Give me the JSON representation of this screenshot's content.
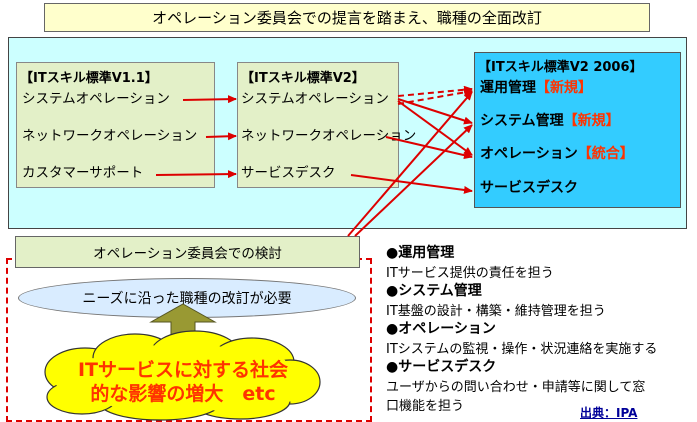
{
  "title": "オペレーション委員会での提言を踏まえ、職種の全面改訂",
  "columns": {
    "v11": {
      "heading": "【ITスキル標準V1.1】",
      "items": [
        "システムオペレーション",
        "ネットワークオペレーション",
        "カスタマーサポート"
      ]
    },
    "v2": {
      "heading": "【ITスキル標準V2】",
      "items": [
        "システムオペレーション",
        "ネットワークオペレーション",
        "サービスデスク"
      ]
    },
    "v2_2006": {
      "heading": "【ITスキル標準V2 2006】",
      "items": [
        {
          "label": "運用管理",
          "tag": "【新規】"
        },
        {
          "label": "システム管理",
          "tag": "【新規】"
        },
        {
          "label": "オペレーション",
          "tag": "【統合】"
        },
        {
          "label": "サービスデスク",
          "tag": ""
        }
      ]
    }
  },
  "committee_review": "オペレーション委員会での検討",
  "needs_note": "ニーズに沿った職種の改訂が必要",
  "cloud_text": [
    "ITサービスに対する社会",
    "的な影響の増大　etc"
  ],
  "legend": [
    {
      "heading": "●運用管理",
      "desc": [
        "ITサービス提供の責任を担う"
      ]
    },
    {
      "heading": "●システム管理",
      "desc": [
        "IT基盤の設計・構築・維持管理を担う"
      ]
    },
    {
      "heading": "●オペレーション",
      "desc": [
        "ITシステムの監視・操作・状況連絡を実施する"
      ]
    },
    {
      "heading": "●サービスデスク",
      "desc": [
        "ユーザからの問い合わせ・申請等に関して窓",
        "口機能を担う"
      ]
    }
  ],
  "source": "出典：IPA",
  "colors": {
    "arrow": "#dd0000",
    "tag": "#ff3300",
    "panel": "#ccffff",
    "standard_box": "#33ccff",
    "green_box": "#e3f0c8",
    "title_box": "#ffffcc",
    "cloud": "#ffff00",
    "up_arrow": "#999933"
  }
}
